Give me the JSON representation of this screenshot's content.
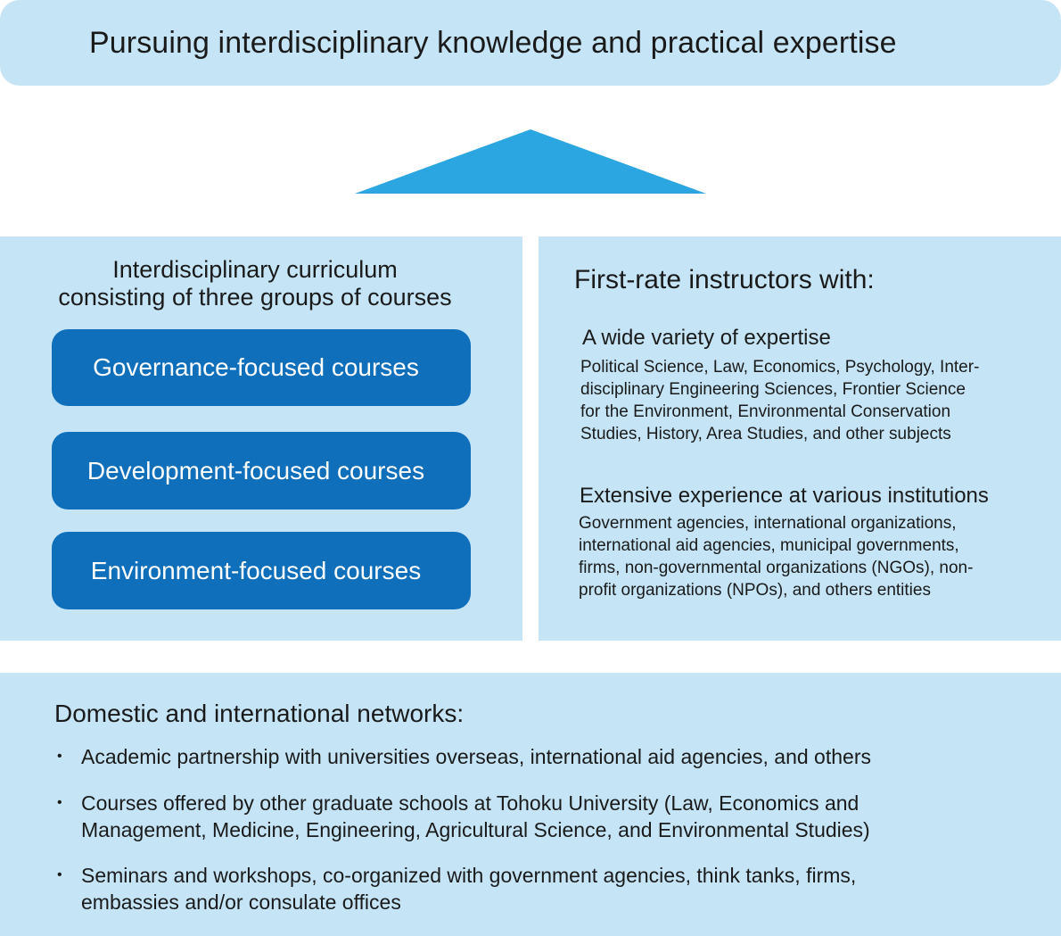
{
  "top": {
    "title": "Pursuing interdisciplinary knowledge and practical expertise"
  },
  "colors": {
    "panel_bg": "#c5e5f6",
    "course_box": "#0f6fba",
    "arrow": "#2ba6e0"
  },
  "curriculum": {
    "heading_lines": [
      "Interdisciplinary curriculum",
      "consisting of three groups of courses"
    ],
    "courses": [
      "Governance-focused courses",
      "Development-focused courses",
      "Environment-focused courses"
    ]
  },
  "instructors": {
    "heading": "First-rate instructors with:",
    "expertise": {
      "title": "A wide variety of expertise",
      "lines": [
        "Political Science, Law, Economics, Psychology, Inter-",
        "disciplinary Engineering Sciences, Frontier Science",
        "for the Environment, Environmental Conservation",
        "Studies, History, Area Studies, and other subjects"
      ]
    },
    "experience": {
      "title": "Extensive experience at various institutions",
      "lines": [
        "Government agencies, international organizations,",
        "international aid agencies, municipal governments,",
        "firms, non-governmental organizations (NGOs), non-",
        "profit organizations (NPOs), and others entities"
      ]
    }
  },
  "networks": {
    "heading": "Domestic and international networks:",
    "bullet": "•",
    "items": [
      {
        "lines": [
          "Academic partnership with universities overseas, international aid agencies, and others"
        ]
      },
      {
        "lines": [
          "Courses offered by other graduate schools at Tohoku University (Law, Economics and",
          "Management, Medicine, Engineering, Agricultural Science, and Environmental Studies)"
        ]
      },
      {
        "lines": [
          "Seminars and workshops, co-organized with government agencies, think tanks, firms,",
          "embassies and/or consulate offices"
        ]
      }
    ]
  }
}
